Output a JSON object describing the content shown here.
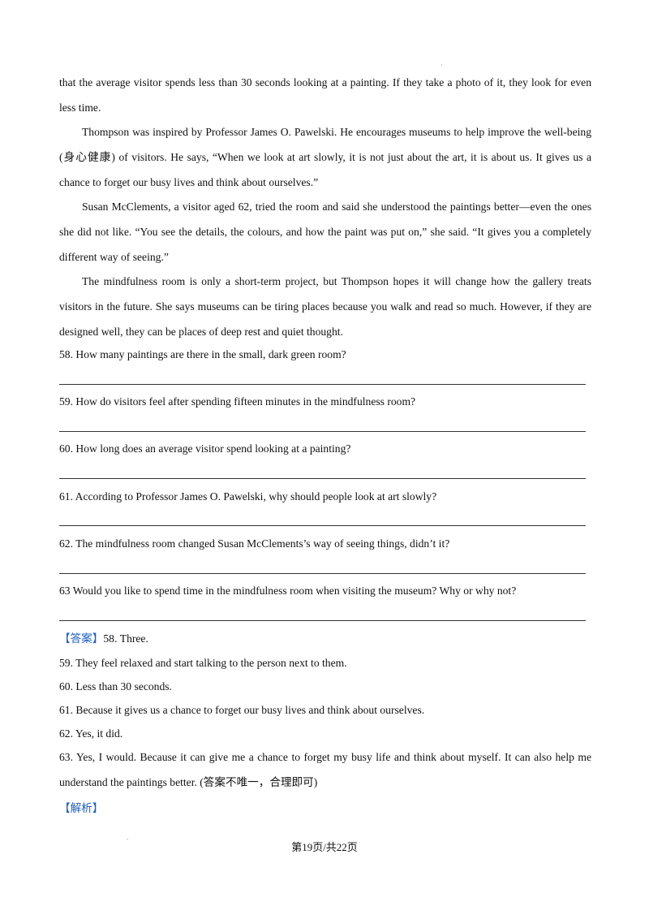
{
  "passage": [
    "that the average visitor spends less than 30 seconds looking at a painting. If they take a photo of it, they look for even less time.",
    "Thompson was inspired by Professor James O. Pawelski. He encourages museums to help improve the well-being (身心健康) of visitors. He says, “When we look at art slowly, it is not just about the art, it is about us. It gives us a chance to forget our busy lives and think about ourselves.”",
    "Susan McClements, a visitor aged 62, tried the room and said she understood the paintings better—even the ones she did not like. “You see the details, the colours, and how the paint was put on,” she said. “It gives you a completely different way of seeing.”",
    "The mindfulness room is only a short-term project, but Thompson hopes it will change how the gallery treats visitors in the future. She says museums can be tiring places because you walk and read so much. However, if they are designed well, they can be places of deep rest and quiet thought."
  ],
  "questions": [
    "58.  How many paintings are there in the small, dark green room?",
    "59.  How do visitors feel after spending fifteen minutes in the mindfulness room?",
    "60.  How long does an average visitor spend looking at a painting?",
    "61.  According to Professor James O. Pawelski, why should people look at art slowly?",
    "62.  The mindfulness room changed Susan McClements’s way of seeing things, didn’t it?",
    "63   Would you like to spend time in the mindfulness room when visiting the museum? Why or why not?"
  ],
  "answer_tag": "【答案】",
  "answers": [
    "58. Three.",
    "59. They feel relaxed and start talking to the person next to them.",
    "60. Less than 30 seconds.",
    "61. Because it gives us a chance to forget our busy lives and think about ourselves.",
    "62. Yes, it did.",
    "63. Yes, I would. Because it can give me a chance to forget my busy life and think about myself. It can also help me understand the paintings better. (答案不唯一，合理即可)"
  ],
  "analysis_tag": "【解析】",
  "footer": "第19页/共22页"
}
